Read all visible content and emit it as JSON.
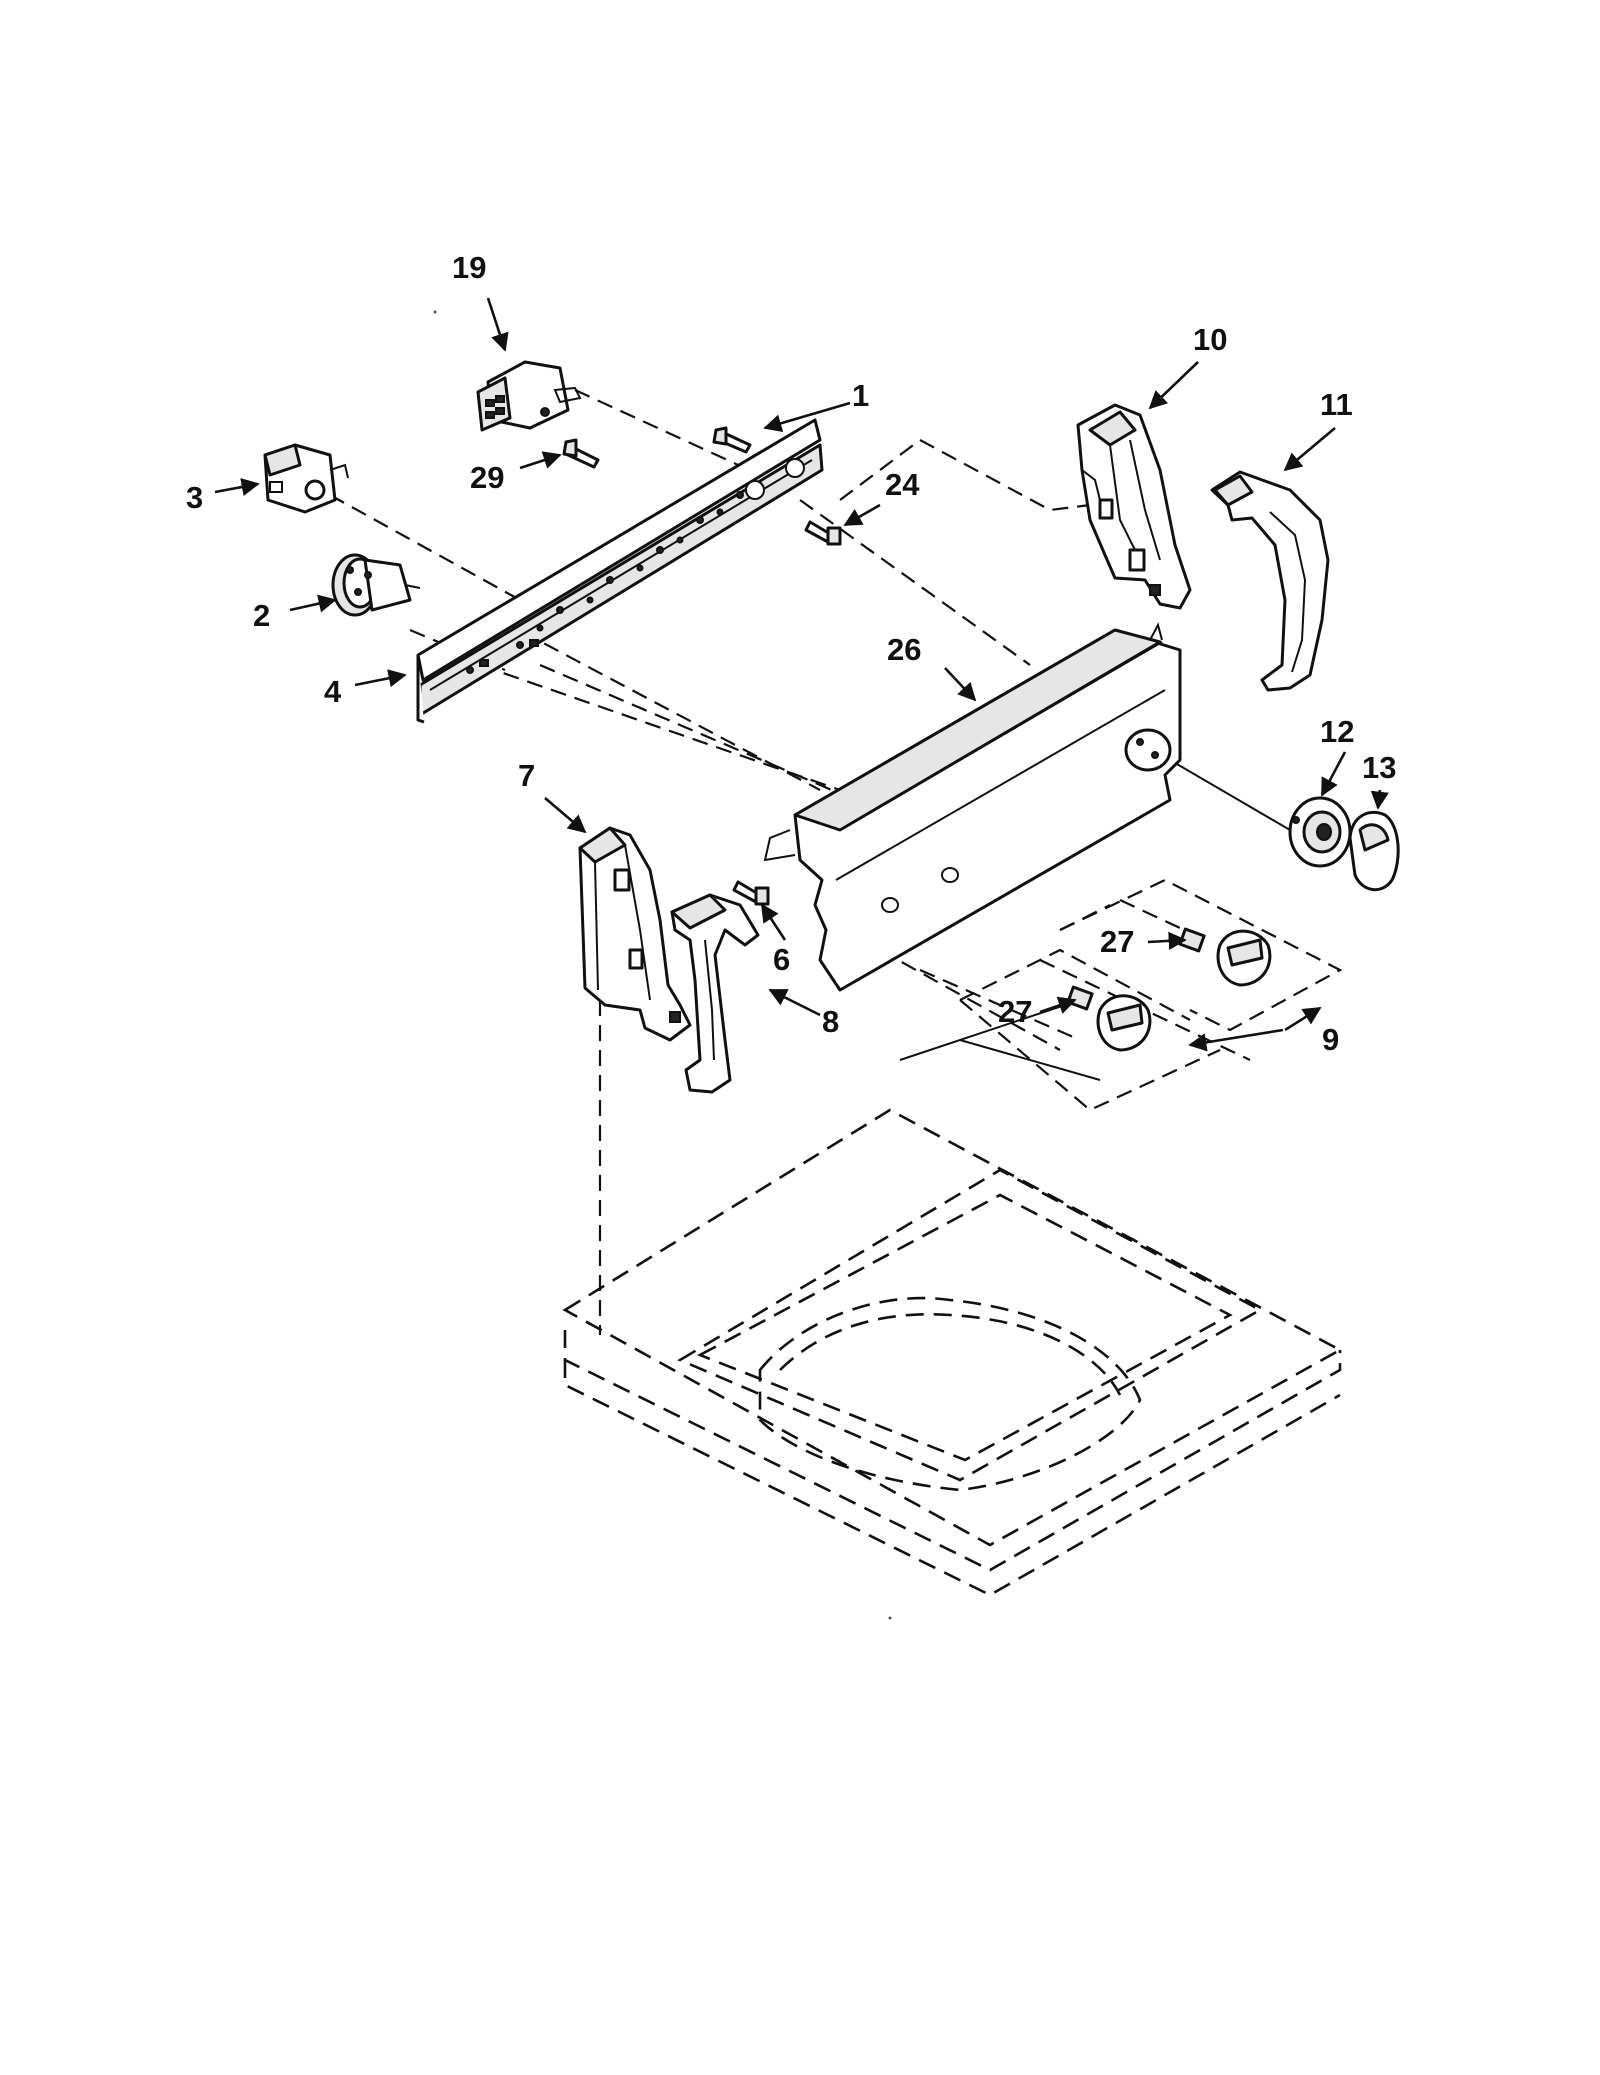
{
  "callouts": {
    "c1": "1",
    "c2": "2",
    "c3": "3",
    "c4": "4",
    "c6": "6",
    "c7": "7",
    "c8": "8",
    "c9": "9",
    "c10": "10",
    "c11": "11",
    "c12": "12",
    "c13": "13",
    "c19": "19",
    "c24": "24",
    "c26": "26",
    "c27a": "27",
    "c27b": "27",
    "c29": "29"
  }
}
